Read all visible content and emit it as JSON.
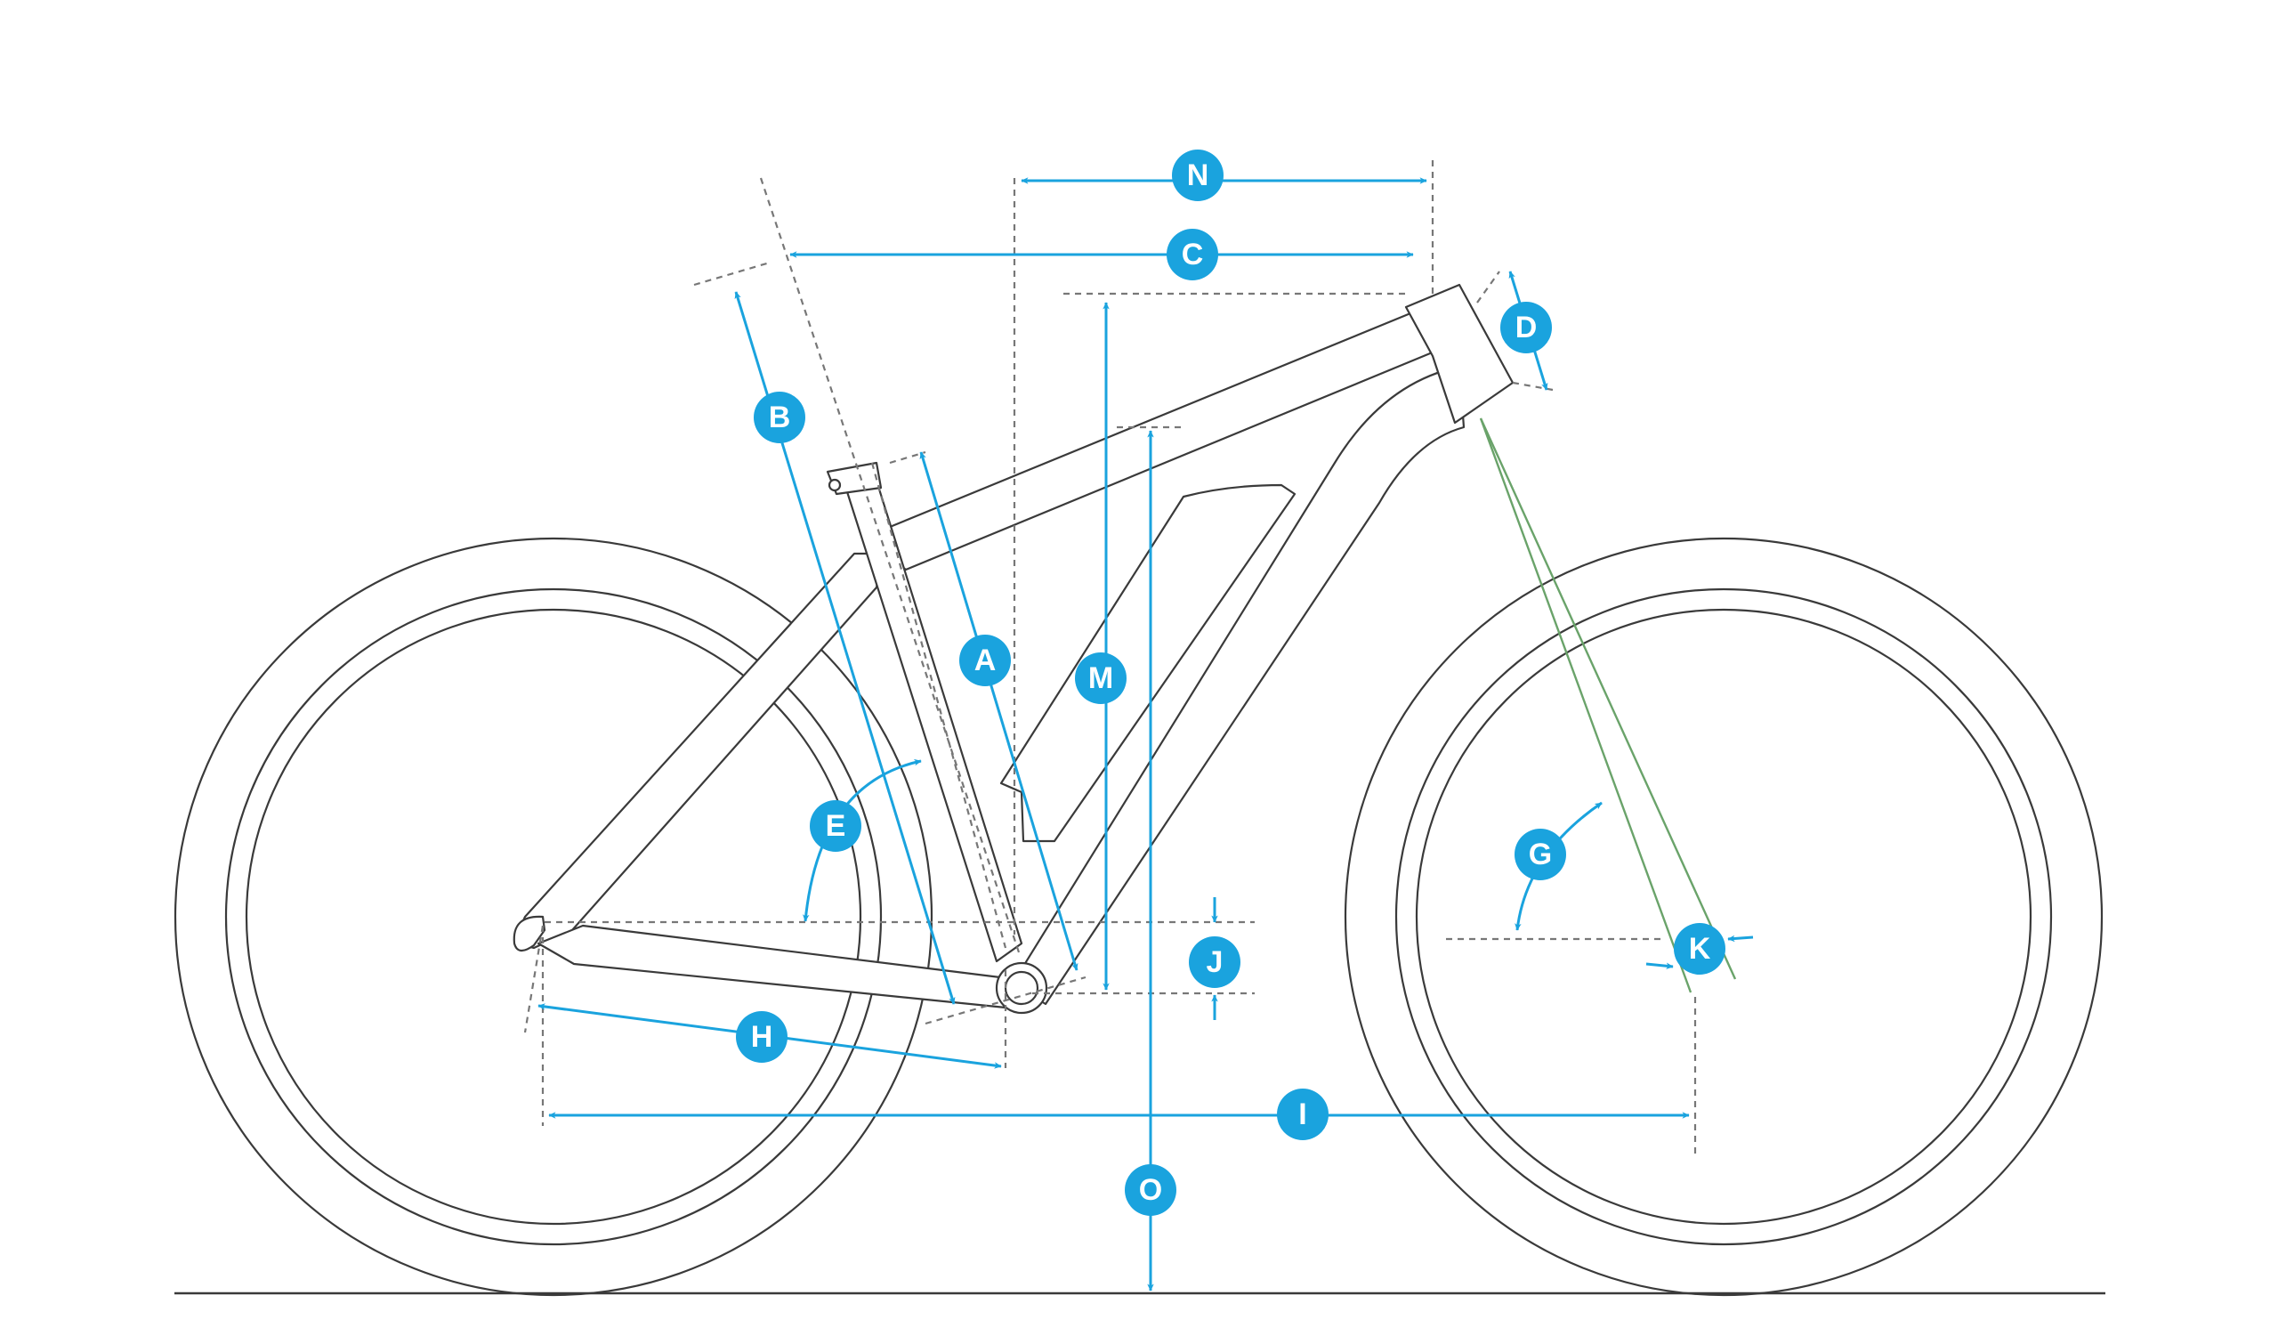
{
  "accent_color": "#1aa3de",
  "line_color": "#3a3a3a",
  "fork_axis_color": "#6aa36a",
  "dimension_labels": {
    "A": "A",
    "B": "B",
    "C": "C",
    "D": "D",
    "E": "E",
    "G": "G",
    "H": "H",
    "I": "I",
    "J": "J",
    "K": "K",
    "M": "M",
    "N": "N",
    "O": "O"
  }
}
